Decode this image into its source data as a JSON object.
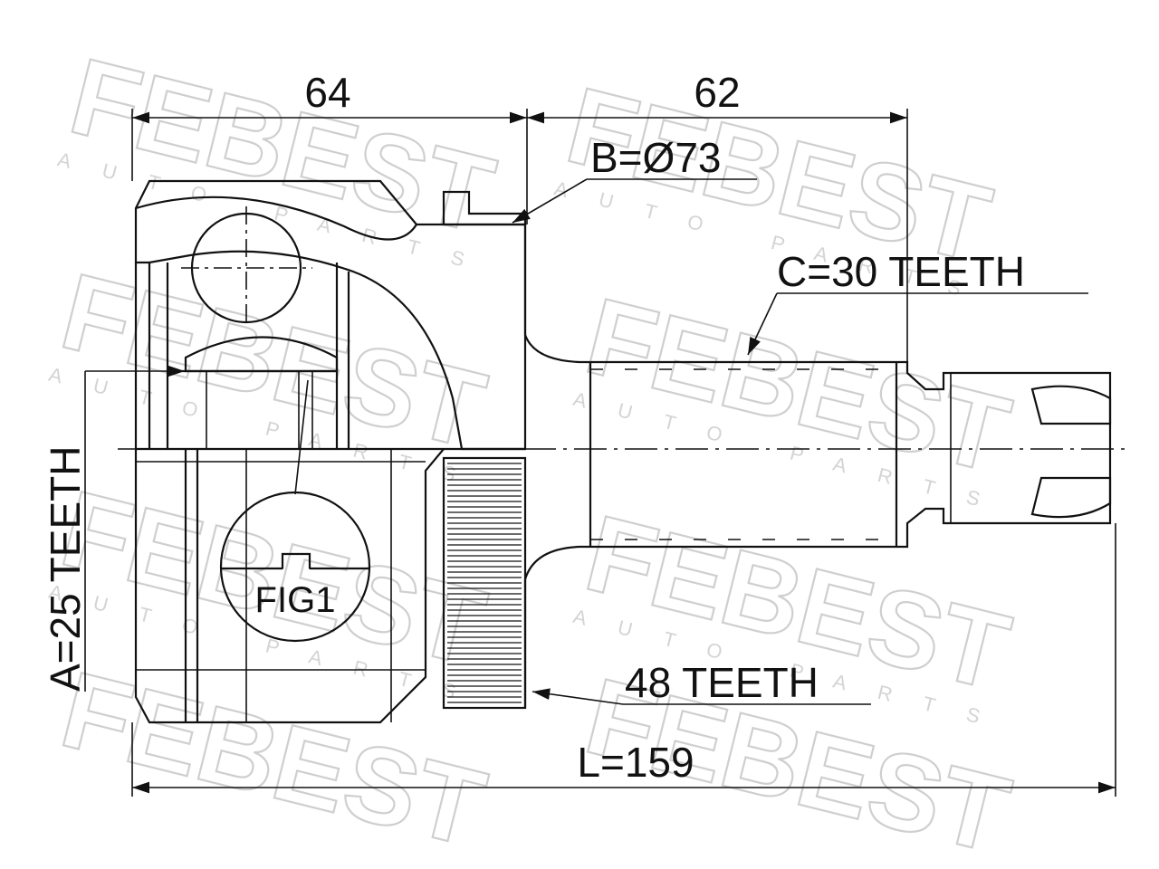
{
  "watermark": {
    "brand": "FEBEST",
    "tagline": "AUTO PARTS"
  },
  "dimensions": {
    "length_left": "64",
    "length_right": "62",
    "outer_diameter": "B=Ø73",
    "outer_spline": "C=30 TEETH",
    "inner_spline": "A=25 TEETH",
    "abs_ring": "48 TEETH",
    "total_length": "L=159",
    "figure_label": "FIG1"
  }
}
